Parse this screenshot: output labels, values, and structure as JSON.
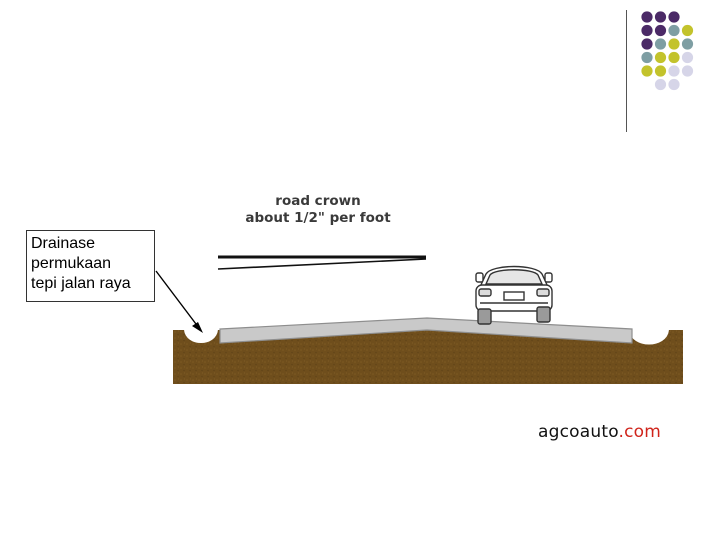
{
  "slide": {
    "callout_lines": [
      "Drainase",
      "permukaan",
      "tepi jalan raya"
    ]
  },
  "figure": {
    "crown_label_line1": "road crown",
    "crown_label_line2": "about 1/2\" per foot",
    "credit_part1": "agcoauto",
    "credit_part2": ".com"
  },
  "colors": {
    "purple": "#4b2a67",
    "teal": "#7e9ea3",
    "olive": "#c3c32c",
    "lavender": "#d6d5e8",
    "soil": "#6f4e1c",
    "pavement": "#c9c9c9",
    "accent_red": "#d0241b"
  },
  "decor_dot_grid": [
    [
      "purple",
      "purple",
      "purple",
      ""
    ],
    [
      "purple",
      "purple",
      "teal",
      "olive"
    ],
    [
      "purple",
      "teal",
      "olive",
      "teal"
    ],
    [
      "teal",
      "olive",
      "olive",
      "lavender"
    ],
    [
      "olive",
      "olive",
      "lavender",
      "lavender"
    ],
    [
      "",
      "lavender",
      "lavender",
      ""
    ]
  ]
}
